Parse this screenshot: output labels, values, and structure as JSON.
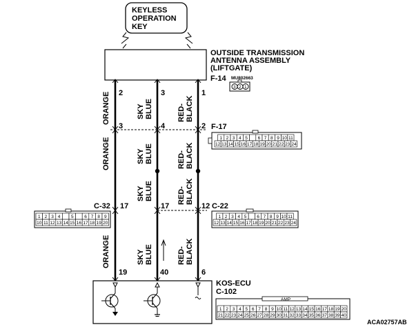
{
  "key_box": {
    "line1": "KEYLESS",
    "line2": "OPERATION",
    "line3": "KEY"
  },
  "antenna": {
    "line1": "OUTSIDE TRANSMISSION",
    "line2": "ANTENNA ASSEMBLY",
    "line3": "(LIFTGATE)",
    "connector": "F-14",
    "part_no": "MU802663"
  },
  "connectors": {
    "f17": "F-17",
    "c32": "C-32",
    "c22": "C-22",
    "ecu_title": "KOS-ECU",
    "ecu_conn": "C-102",
    "ecu_mark": "AMP"
  },
  "wires": {
    "w1": {
      "color": "ORANGE",
      "pins": [
        "2",
        "3",
        "17",
        "19"
      ]
    },
    "w2": {
      "color_a": "SKY",
      "color_b": "BLUE",
      "pins": [
        "3",
        "4",
        "17",
        "40"
      ]
    },
    "w3": {
      "color_a": "RED-",
      "color_b": "BLACK",
      "pins": [
        "1",
        "2",
        "12",
        "6"
      ]
    }
  },
  "f17_pins": {
    "row1": [
      "1",
      "2",
      "3",
      "4",
      "5",
      "",
      "6",
      "7",
      "8",
      "9",
      "10",
      "11"
    ],
    "row2": [
      "12",
      "13",
      "14",
      "15",
      "16",
      "17",
      "18",
      "19",
      "20",
      "21",
      "22",
      "23",
      "24"
    ]
  },
  "c32_pins": {
    "row1": [
      "1",
      "2",
      "3",
      "4",
      "",
      "5",
      "",
      "6",
      "7",
      "8",
      "9"
    ],
    "row2": [
      "10",
      "11",
      "12",
      "13",
      "14",
      "15",
      "16",
      "17",
      "18",
      "19",
      "20"
    ]
  },
  "c22_pins": {
    "row1": [
      "1",
      "2",
      "3",
      "4",
      "5",
      "",
      "6",
      "7",
      "8",
      "9",
      "10",
      "11"
    ],
    "row2": [
      "12",
      "13",
      "14",
      "15",
      "16",
      "17",
      "18",
      "19",
      "20",
      "21",
      "22",
      "23",
      "24"
    ]
  },
  "c102_pins": {
    "row1": [
      "1",
      "2",
      "3",
      "4",
      "5",
      "6",
      "7",
      "8",
      "9",
      "10",
      "11",
      "12",
      "13",
      "14",
      "15",
      "16",
      "17",
      "18",
      "19",
      "20"
    ],
    "row2": [
      "21",
      "22",
      "23",
      "24",
      "25",
      "26",
      "27",
      "28",
      "29",
      "30",
      "31",
      "32",
      "33",
      "34",
      "35",
      "36",
      "37",
      "38",
      "39",
      "40"
    ]
  },
  "f14_pins": [
    "1",
    "2",
    "3"
  ],
  "figure_code": "ACA02757AB"
}
